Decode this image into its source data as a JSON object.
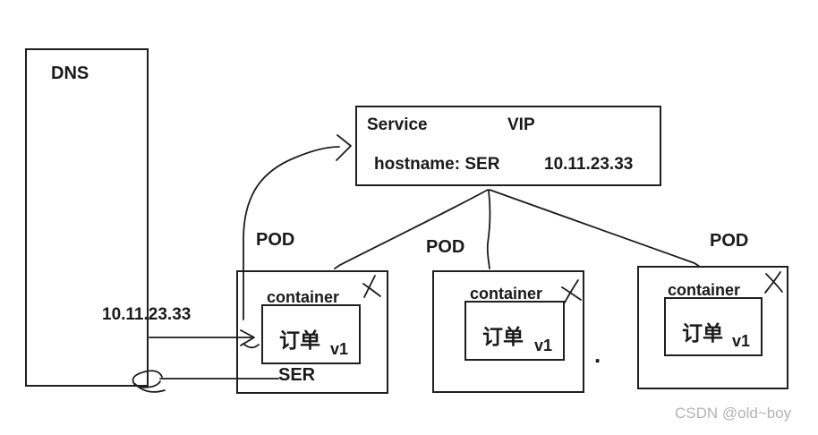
{
  "diagram": {
    "dns": {
      "label": "DNS",
      "resolved_ip": "10.11.23.33"
    },
    "service": {
      "name": "Service",
      "vip": "VIP",
      "hostname": "hostname: SER",
      "ip": "10.11.23.33"
    },
    "pods": [
      {
        "label": "POD",
        "container_label": "container",
        "app": "订单",
        "version": "v1"
      },
      {
        "label": "POD",
        "container_label": "container",
        "app": "订单",
        "version": "v1"
      },
      {
        "label": "POD",
        "container_label": "container",
        "app": "订单",
        "version": "v1"
      }
    ],
    "ser_label": "SER",
    "dot": ".",
    "colors": {
      "line": "#1c1c1c",
      "text": "#1a1a1a",
      "watermark": "#b3b3b3"
    }
  },
  "watermark": {
    "text": "CSDN @old~boy"
  }
}
